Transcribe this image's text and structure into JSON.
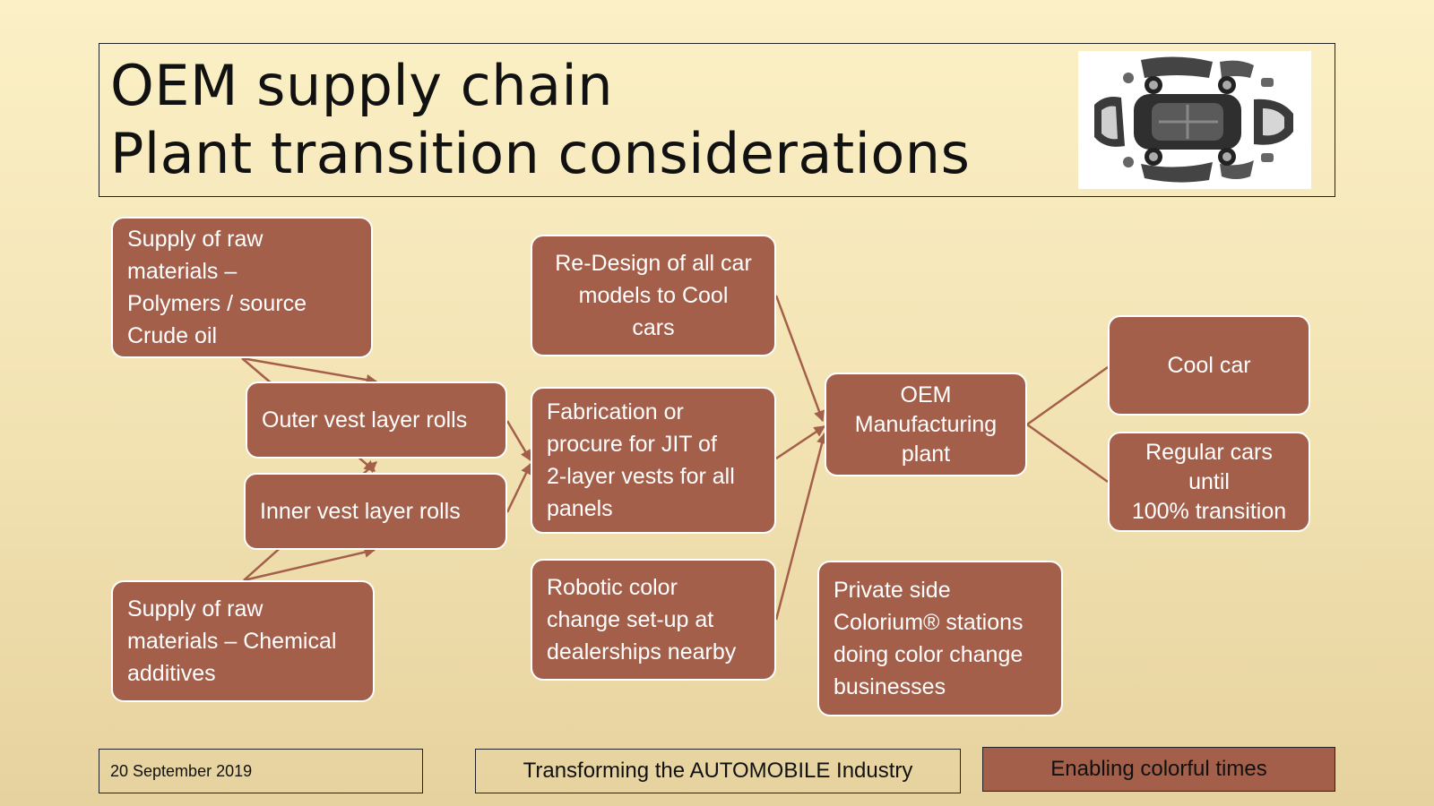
{
  "header": {
    "title_line1": "OEM supply chain",
    "title_line2": "Plant transition considerations"
  },
  "nodes": {
    "raw_polymers": "Supply of raw\nmaterials –\nPolymers / source\nCrude oil",
    "outer_vest": "Outer vest layer rolls",
    "inner_vest": "Inner vest layer rolls",
    "raw_chemical": "Supply of raw\nmaterials – Chemical\nadditives",
    "redesign": "Re-Design of all car\nmodels to Cool\ncars",
    "fabrication": "Fabrication or\nprocure for JIT of\n2-layer vests for all\npanels",
    "robotic": "Robotic color\nchange set-up at\ndealerships nearby",
    "oem_plant": "OEM\nManufacturing\nplant",
    "private_side": "Private side\nColorium® stations\ndoing color change\nbusinesses",
    "cool_car": "Cool car",
    "regular_cars": "Regular cars until\n100% transition"
  },
  "footer": {
    "date": "20 September 2019",
    "center": "Transforming the AUTOMOBILE Industry",
    "right": "Enabling colorful times"
  },
  "colors": {
    "box_fill": "#a45f4a",
    "arrow": "#a45f4a"
  },
  "icons": {
    "car_image": "exploded-car-diagram-icon"
  }
}
